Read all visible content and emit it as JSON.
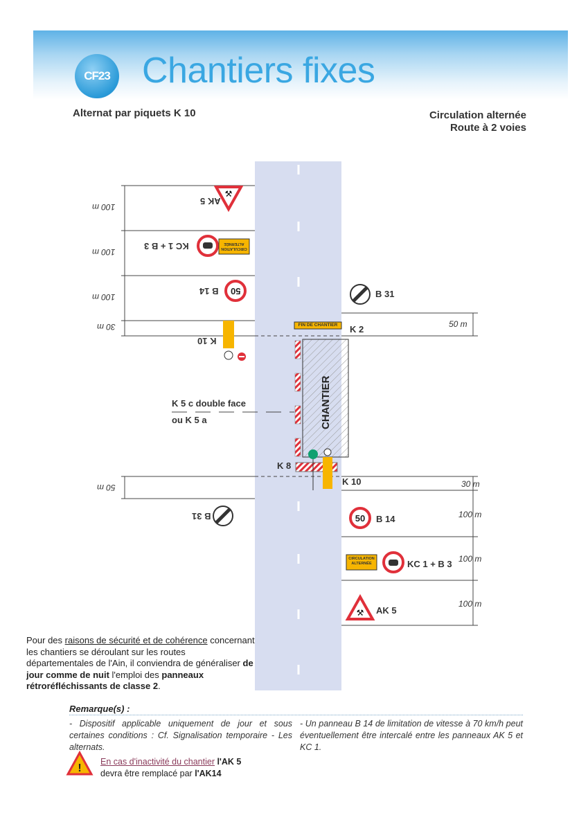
{
  "header": {
    "badge": "CF23",
    "title": "Chantiers fixes",
    "subtitle_left": "Alternat par piquets K 10",
    "subtitle_right_1": "Circulation alternée",
    "subtitle_right_2": "Route à 2 voies"
  },
  "diagram": {
    "left_dims": [
      "100 m",
      "100 m",
      "100 m",
      "30 m",
      "50 m"
    ],
    "right_dims": [
      "50 m",
      "30 m",
      "100 m",
      "100 m",
      "100 m"
    ],
    "left_signs": {
      "ak5": "AK 5",
      "kc1b3": "KC 1 + B 3",
      "b14": "B 14",
      "k10": "K 10",
      "b31": "B 31"
    },
    "right_signs": {
      "b31": "B 31",
      "k2": "K 2",
      "k8": "K 8",
      "k10": "K 10",
      "b14": "B 14",
      "kc1b3": "KC 1 + B 3",
      "ak5": "AK 5"
    },
    "speed": "50",
    "fin_chantier": "FIN DE CHANTIER",
    "circulation_panel_1": "CIRCULATION",
    "circulation_panel_2": "ALTERNÉE",
    "chantier": "CHANTIER",
    "k5_label_1": "K 5 c double face",
    "k5_label_2": "ou K 5 a"
  },
  "note": {
    "pre": "Pour des ",
    "u1": "raisons de sécurité et de cohérence",
    "mid1": " concernant les chantiers se déroulant sur les routes départementales de l'Ain, il conviendra de généraliser ",
    "b1": "de jour comme de nuit",
    "mid2": " l'emploi des ",
    "b2": "panneaux rétroréfléchissants de classe 2",
    "end": "."
  },
  "remarks": {
    "title": "Remarque(s) :",
    "left": "- Dispositif applicable uniquement de jour et sous certaines conditions : Cf. Signalisation temporaire - Les alternats.",
    "right": "- Un panneau B 14 de limitation de vitesse à 70 km/h peut éventuellement être intercalé entre les panneaux AK 5 et KC 1.",
    "warn_link": "En cas d'inactivité du chantier",
    "warn_bold1": " l'AK 5",
    "warn_line2": "devra être remplacé par ",
    "warn_bold2": "l'AK14"
  },
  "colors": {
    "title": "#3aa7e2",
    "road": "#d7ddf0",
    "sign_red": "#e0303a",
    "panel_yellow": "#f7b500"
  }
}
